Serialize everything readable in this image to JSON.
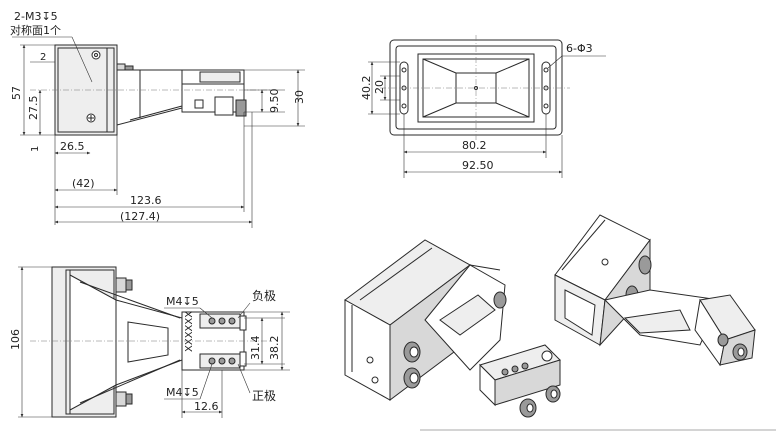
{
  "views": {
    "side": {
      "callout_line1": "2-M3↧5",
      "callout_line2": "对称面1个",
      "dims": {
        "d2": "2",
        "d57": "57",
        "d27_5": "27.5",
        "d1": "1",
        "d26_5": "26.5",
        "d42": "(42)",
        "d123_6": "123.6",
        "d127_4": "(127.4)",
        "d9_50": "9.50",
        "d30": "30"
      }
    },
    "front": {
      "callout": "6-Φ3",
      "dims": {
        "d40_2": "40.2",
        "d20": "20",
        "d80_2": "80.2",
        "d92_50": "92.50"
      }
    },
    "top": {
      "thread_top": "M4↧5",
      "thread_bottom": "M4↧5",
      "label_negative": "负极",
      "label_positive": "正极",
      "part_label": "XXXXXX",
      "dims": {
        "d106": "106",
        "d31_4": "31.4",
        "d38_2": "38.2",
        "d12_6": "12.6"
      }
    }
  }
}
